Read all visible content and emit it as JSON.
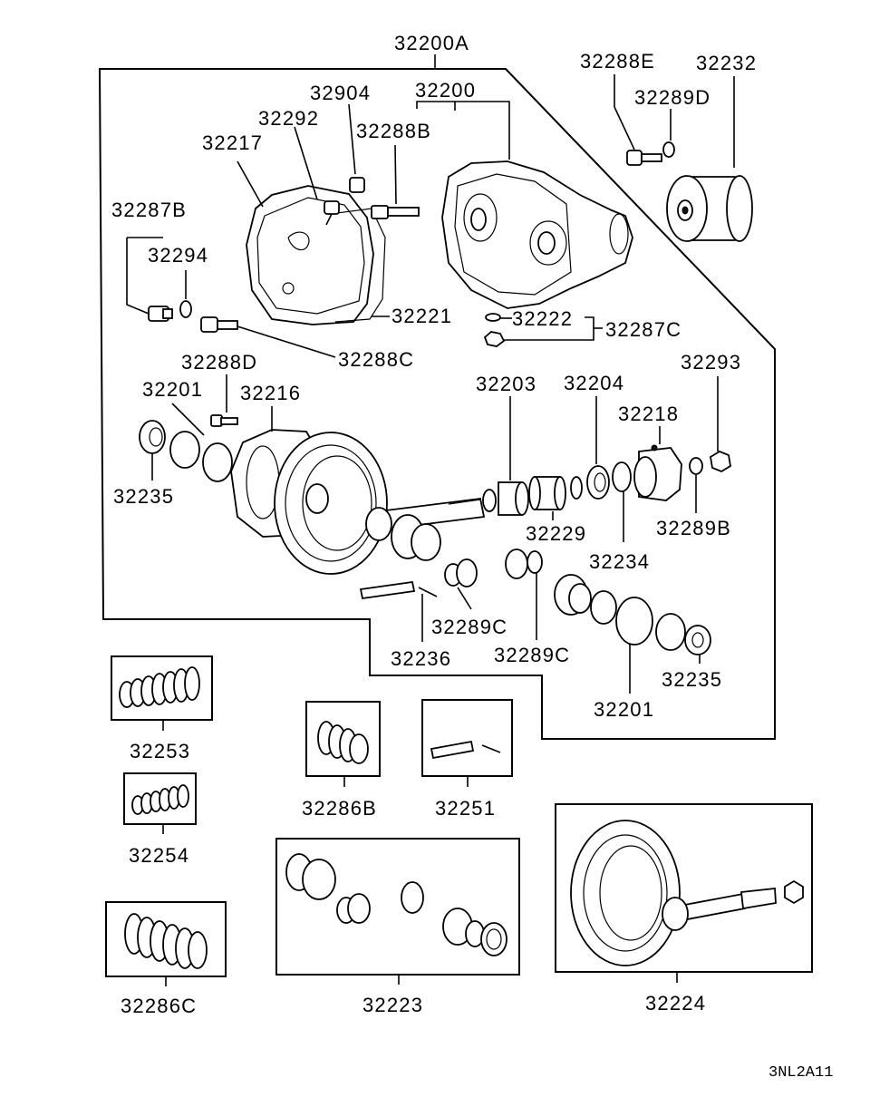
{
  "diagram_code": "3NL2A11",
  "labels": {
    "p32200A": "32200A",
    "p32200": "32200",
    "p32904": "32904",
    "p32292": "32292",
    "p32288B": "32288B",
    "p32217": "32217",
    "p32287B": "32287B",
    "p32294": "32294",
    "p32221": "32221",
    "p32288C": "32288C",
    "p32222": "32222",
    "p32287C": "32287C",
    "p32288E": "32288E",
    "p32232": "32232",
    "p32289D": "32289D",
    "p32288D": "32288D",
    "p32201_left": "32201",
    "p32216": "32216",
    "p32235_left": "32235",
    "p32203": "32203",
    "p32204": "32204",
    "p32293": "32293",
    "p32218": "32218",
    "p32289B": "32289B",
    "p32229": "32229",
    "p32234": "32234",
    "p32289C_a": "32289C",
    "p32236": "32236",
    "p32289C_b": "32289C",
    "p32235_right": "32235",
    "p32201_right": "32201",
    "p32253": "32253",
    "p32254": "32254",
    "p32286B": "32286B",
    "p32251": "32251",
    "p32286C": "32286C",
    "p32223": "32223",
    "p32224": "32224"
  }
}
